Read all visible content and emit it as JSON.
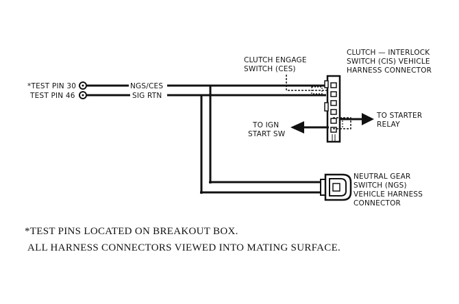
{
  "diagram": {
    "pins": [
      {
        "id": "pin30",
        "label": "*TEST PIN 30",
        "wire": "NGS/CES"
      },
      {
        "id": "pin46",
        "label": "TEST PIN 46",
        "wire": "SIG RTN"
      }
    ],
    "ces_label": [
      "CLUTCH ENGAGE",
      "SWITCH (CES)"
    ],
    "cis_label": [
      "CLUTCH — INTERLOCK",
      "SWITCH (CIS) VEHICLE",
      "HARNESS CONNECTOR"
    ],
    "ign_label": [
      "TO IGN",
      "START SW"
    ],
    "starter_label": [
      "TO STARTER",
      "RELAY"
    ],
    "ngs_label": [
      "NEUTRAL GEAR",
      "SWITCH (NGS)",
      "VEHICLE  HARNESS",
      "CONNECTOR"
    ]
  },
  "notes": {
    "line1": "*TEST PINS LOCATED ON BREAKOUT BOX.",
    "line2": "ALL HARNESS  CONNECTORS VIEWED INTO MATING SURFACE."
  }
}
